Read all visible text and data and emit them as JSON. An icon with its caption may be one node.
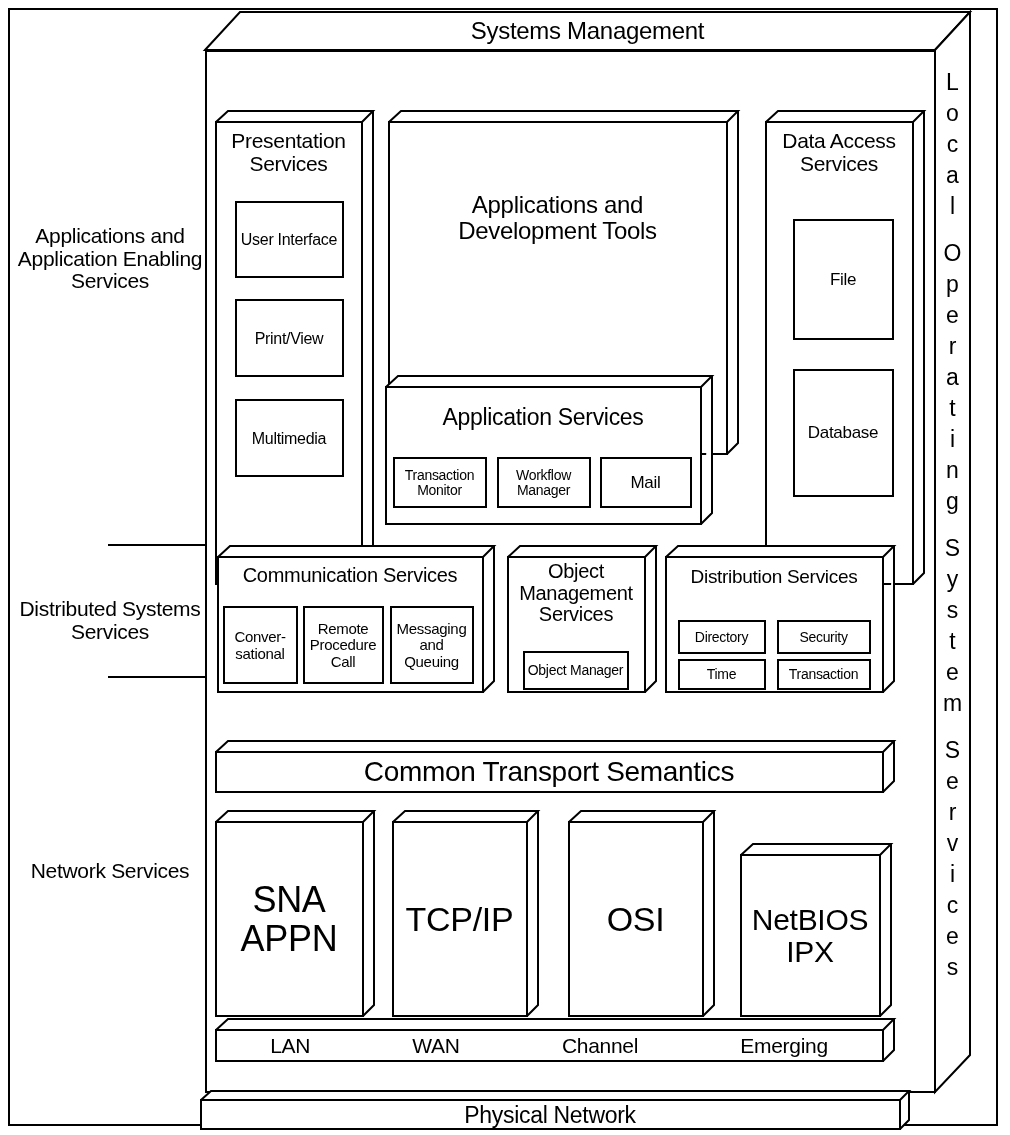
{
  "diagram": {
    "nodes": [
      {
        "text": [
          "Systems Management"
        ]
      },
      {
        "text": [],
        "shape": "box"
      },
      {
        "text": [
          "Local Operating System Services"
        ]
      },
      {
        "text": [
          "Presentation Services"
        ],
        "in": 1
      },
      {
        "text": [
          "User Interface"
        ],
        "in": 3
      },
      {
        "text": [
          "Print/View"
        ],
        "in": 3
      },
      {
        "text": [
          "Multimedia"
        ],
        "in": 3
      },
      {
        "text": [
          "Applications and Development Tools"
        ],
        "in": 1
      },
      {
        "text": [
          "Data Access Services"
        ],
        "in": 1
      },
      {
        "text": [
          "File"
        ],
        "in": 8
      },
      {
        "text": [
          "Database"
        ],
        "in": 8
      },
      {
        "text": [
          "Application Services"
        ],
        "in": 1
      },
      {
        "text": [
          "Transaction Monitor"
        ],
        "in": 11
      },
      {
        "text": [
          "Workflow Manager"
        ],
        "in": 11
      },
      {
        "text": [
          "Mail"
        ],
        "in": 11
      },
      {
        "text": [
          "Communication Services"
        ],
        "in": 1
      },
      {
        "text": [
          "Conver-sational"
        ],
        "in": 15
      },
      {
        "text": [
          "Remote Procedure Call"
        ],
        "in": 15
      },
      {
        "text": [
          "Messaging and Queuing"
        ],
        "in": 15
      },
      {
        "text": [
          "Object Management Services"
        ],
        "in": 1
      },
      {
        "text": [
          "Object Manager"
        ],
        "in": 19
      },
      {
        "text": [
          "Distribution Services"
        ],
        "in": 1
      },
      {
        "text": [
          "Directory"
        ],
        "in": 21
      },
      {
        "text": [
          "Security"
        ],
        "in": 21
      },
      {
        "text": [
          "Time"
        ],
        "in": 21
      },
      {
        "text": [
          "Transaction"
        ],
        "in": 21
      },
      {
        "text": [
          "Common Transport Semantics"
        ],
        "in": 1
      },
      {
        "text": [
          "SNA APPN"
        ],
        "in": 1
      },
      {
        "text": [
          "TCP/IP"
        ],
        "in": 1
      },
      {
        "text": [
          "OSI"
        ],
        "in": 1
      },
      {
        "text": [
          "NetBIOS IPX"
        ],
        "in": 1
      },
      {
        "text": [
          "LAN",
          "WAN",
          "Channel",
          "Emerging"
        ],
        "in": 1
      },
      {
        "text": [
          "Physical Network"
        ]
      }
    ],
    "labels": [
      "Applications and Application Enabling Services",
      "Distributed Systems Services",
      "Network Services"
    ]
  }
}
